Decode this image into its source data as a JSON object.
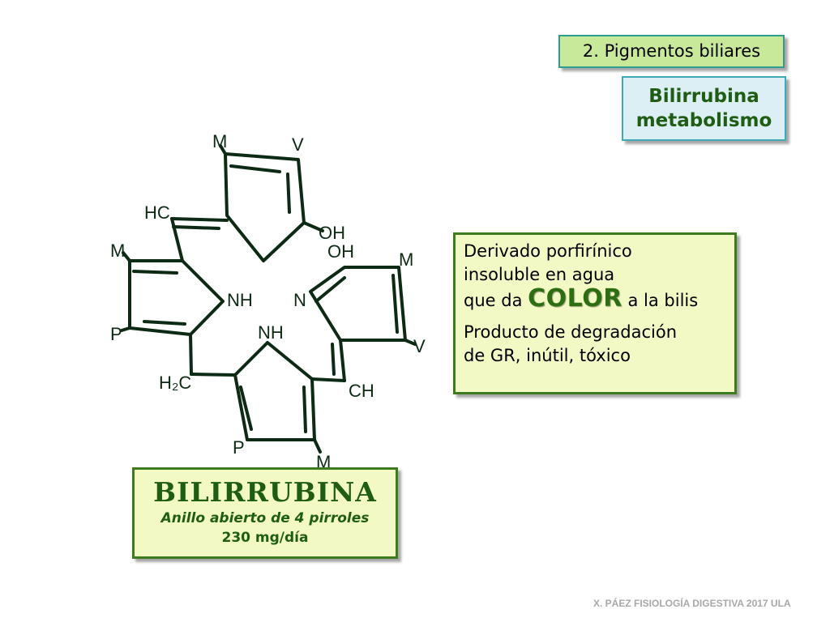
{
  "header": {
    "section_title": "2. Pigmentos biliares",
    "subtitle_line1": "Bilirrubina",
    "subtitle_line2": "metabolismo"
  },
  "description": {
    "line1": "Derivado porfirínico",
    "line2": "insoluble en agua",
    "line3_pre": "que da",
    "line3_emph": "COLOR",
    "line3_post": "a la bilis",
    "line4": "Producto de degradación",
    "line5": "de GR, inútil, tóxico"
  },
  "molecule": {
    "name": "BILIRRUBINA",
    "description": "Anillo abierto de 4 pirroles",
    "rate": "230 mg/día",
    "labels": {
      "top_m": "M",
      "top_v": "V",
      "hc": "HC",
      "oh1": "OH",
      "oh2": "OH",
      "left_m": "M",
      "left_p": "P",
      "nh_left": "NH",
      "n_right": "N",
      "right_m": "M",
      "right_v": "V",
      "nh_bottom": "NH",
      "h2c": "H₂C",
      "ch": "CH",
      "bottom_p": "P",
      "bottom_m": "M"
    },
    "line_color": "#0c2a14"
  },
  "footer": {
    "credit": "X. PÁEZ   FISIOLOGÍA DIGESTIVA 2017 ULA"
  }
}
